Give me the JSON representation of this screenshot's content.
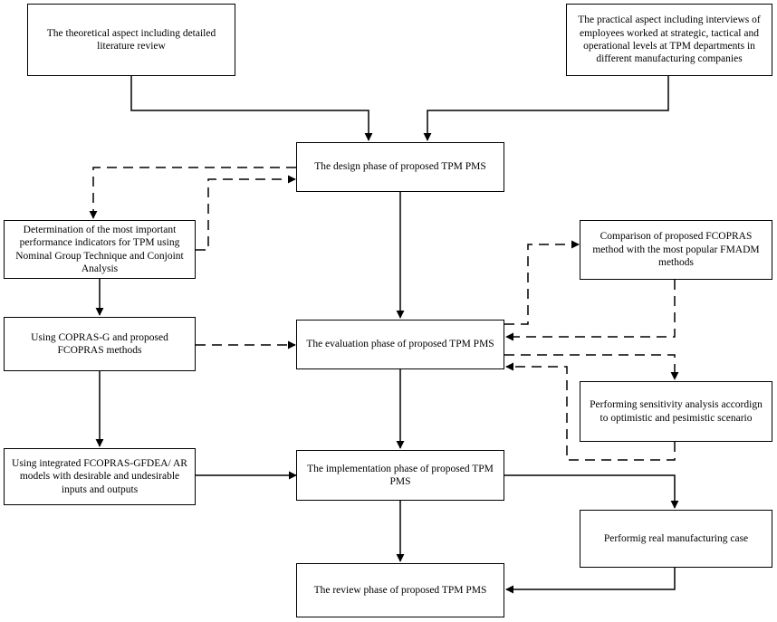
{
  "boxes": {
    "theory": "The theoretical aspect including detailed literature review",
    "practice": "The practical aspect including interviews of employees worked at strategic, tactical and operational levels at TPM departments in different manufacturing companies",
    "design": "The design phase of proposed TPM PMS",
    "determination": "Determination of the most important performance indicators for TPM using Nominal Group Technique and Conjoint Analysis",
    "comparison": "Comparison of proposed FCOPRAS method with the most popular FMADM methods",
    "copras": "Using COPRAS-G and proposed FCOPRAS methods",
    "evaluation": "The evaluation phase of proposed TPM PMS",
    "sensitivity": "Performing sensitivity analysis accordign to optimistic and pesimistic scenario",
    "integrated": "Using integrated FCOPRAS-GFDEA/ AR models with desirable and undesirable inputs and outputs",
    "implementation": "The implementation phase of proposed TPM PMS",
    "manufacturing": "Performig real manufacturing case",
    "review": "The review phase of proposed TPM PMS"
  },
  "colors": {
    "line": "#000000",
    "box_border": "#000000",
    "background": "#ffffff"
  }
}
